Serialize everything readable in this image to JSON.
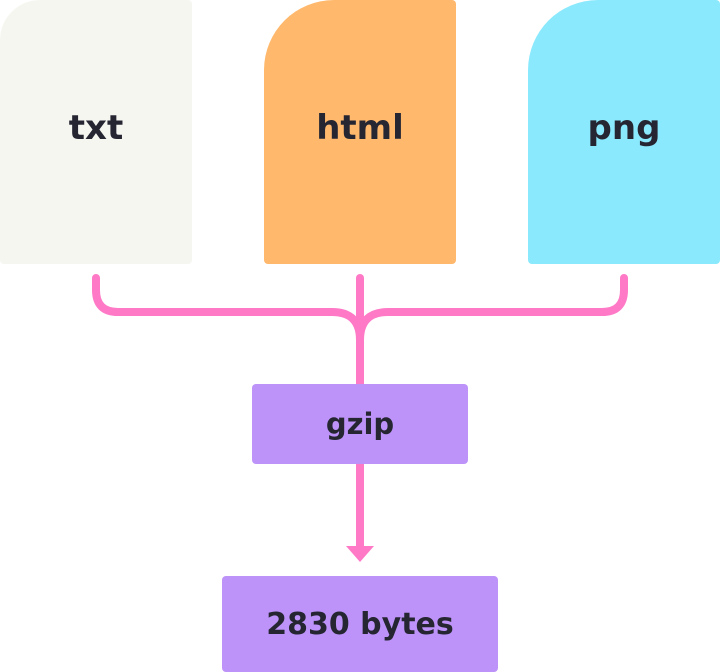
{
  "inputs": [
    {
      "label": "txt",
      "color": "#f6f6f1"
    },
    {
      "label": "html",
      "color": "#ffb86c"
    },
    {
      "label": "png",
      "color": "#8be9fd"
    }
  ],
  "process": {
    "label": "gzip",
    "color": "#bd93f9"
  },
  "output": {
    "label": "2830 bytes",
    "color": "#bd93f9"
  },
  "connector_color": "#ff79c6"
}
